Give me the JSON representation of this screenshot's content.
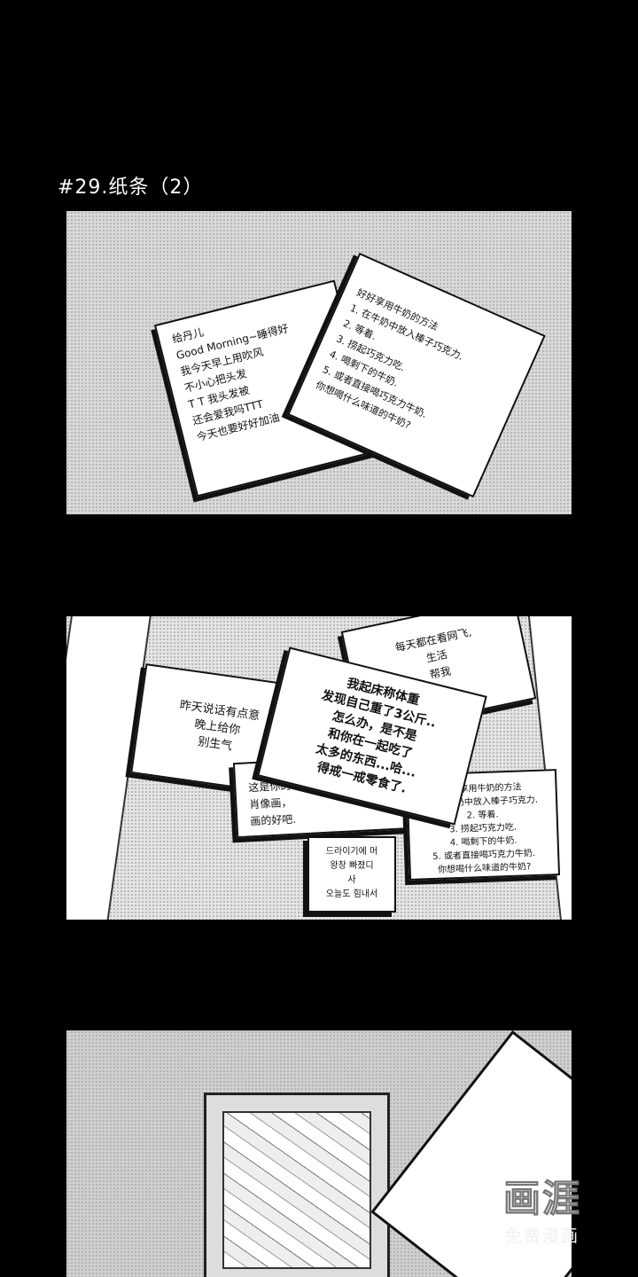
{
  "chapter_title": "#29.纸条（2）",
  "panel1": {
    "note_left": "给丹儿\nGood Morning~睡得好\n我今天早上用吹风\n不小心把头发\nT T 我头发被\n还会爱我吗TTT\n今天也要好好加油",
    "note_right": "好好享用牛奶的方法\n1. 在牛奶中放入榛子巧克力.\n2. 等着.\n3. 捞起巧克力吃.\n4. 喝剩下的牛奶.\n5. 或者直接喝巧克力牛奶.\n你想喝什么味道的牛奶?"
  },
  "panel2": {
    "note_top": "每天都在看网飞,\n生活\n帮我",
    "note_left": "昨天说话有点意\n晚上给你\n别生气",
    "note_center": "我起床称体重\n发现自己重了3公斤..\n怎么办，是不是\n和你在一起吃了\n太多的东西...哈...\n得戒一戒零食了.",
    "note_portrait": "这是你的\n肖像画，\n画的好吧.",
    "note_korean": "드라이기에 머\n왕창 빠졌디\n사\n오늘도 힘내서",
    "note_right": "好好享用牛奶的方法\n1. 在牛奶中放入榛子巧克力.\n2. 等着.\n3. 捞起巧克力吃.\n4. 喝剩下的牛奶.\n5. 或者直接喝巧克力牛奶.\n你想喝什么味道的牛奶?"
  },
  "watermark": {
    "logo": "画涯",
    "subtitle": "免费漫画"
  }
}
